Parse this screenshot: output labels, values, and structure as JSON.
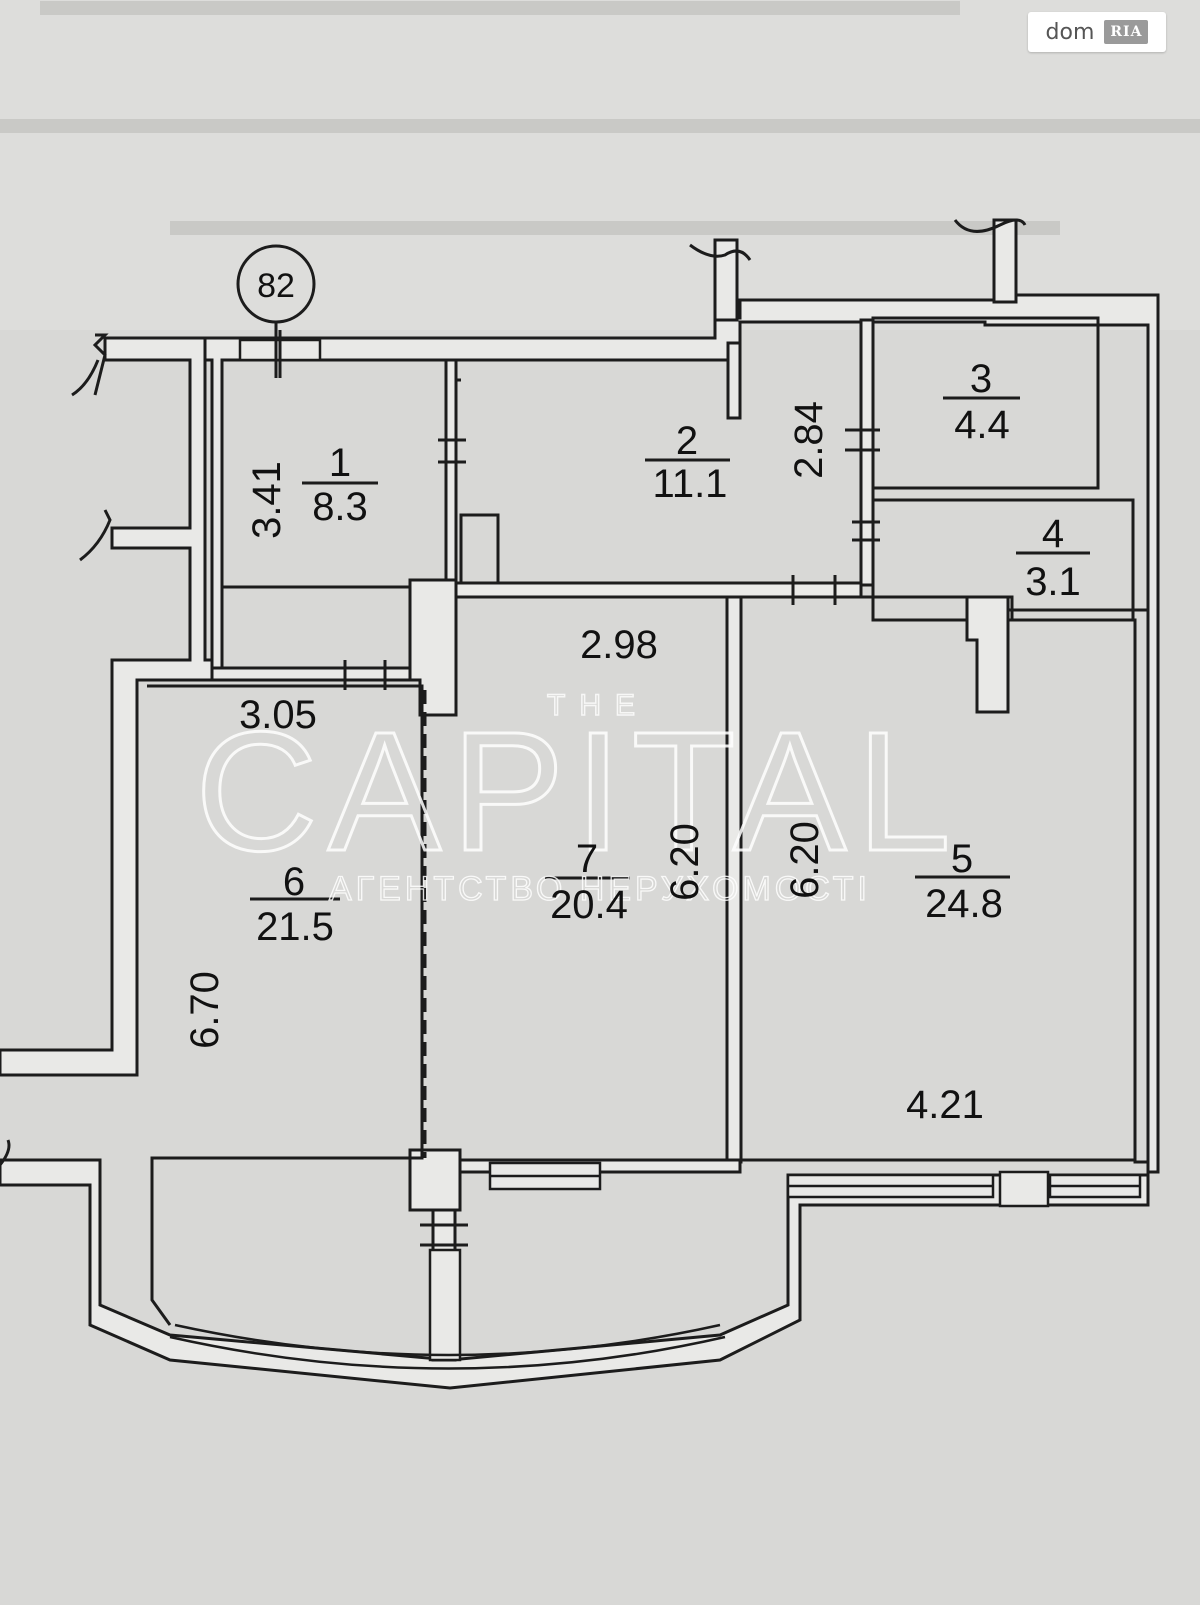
{
  "header": {
    "axis_label": "82"
  },
  "badge": {
    "brand_a": "dom",
    "brand_b": "RIA"
  },
  "watermark": {
    "the": "THE",
    "brand": "CAPITAL",
    "tagline": "АГЕНТСТВО НЕРУХОМОСТІ"
  },
  "rooms": [
    {
      "number": "1",
      "area": "8.3"
    },
    {
      "number": "2",
      "area": "11.1"
    },
    {
      "number": "3",
      "area": "4.4"
    },
    {
      "number": "4",
      "area": "3.1"
    },
    {
      "number": "5",
      "area": "24.8"
    },
    {
      "number": "6",
      "area": "21.5"
    },
    {
      "number": "7",
      "area": "20.4"
    }
  ],
  "dimensions": {
    "room1_height": "3.41",
    "room2_height": "2.84",
    "room7_width": "2.98",
    "room6_width": "3.05",
    "room7_height": "6.20",
    "room5_height": "6.20",
    "room6_height": "6.70",
    "room5_width": "4.21"
  },
  "colors": {
    "paper": "#d8d8d6",
    "line": "#1c1c1c",
    "wall_fill": "#e9e9e7",
    "watermark": "#ffffff"
  }
}
